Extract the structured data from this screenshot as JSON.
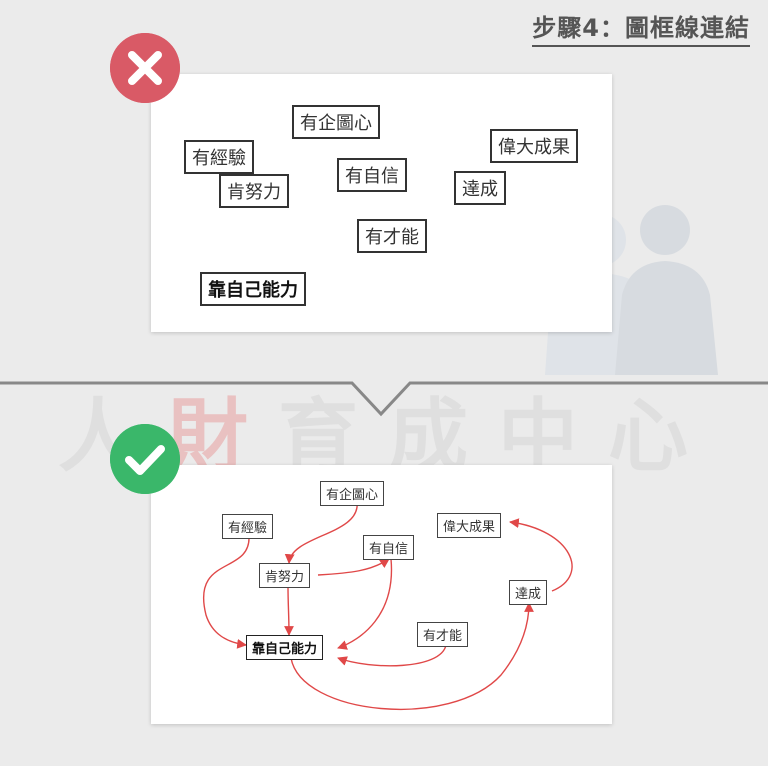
{
  "title": "步驟4：圖框線連結",
  "watermark": [
    "人",
    "財",
    "育",
    "成",
    "中",
    "心"
  ],
  "wrong_panel": {
    "nodes": [
      "有企圖心",
      "有經驗",
      "偉大成果",
      "有自信",
      "肯努力",
      "達成",
      "有才能",
      "靠自己能力"
    ]
  },
  "right_panel": {
    "nodes": [
      "有企圖心",
      "有經驗",
      "偉大成果",
      "有自信",
      "肯努力",
      "達成",
      "有才能",
      "靠自己能力"
    ]
  },
  "colors": {
    "wrong": "#d95a66",
    "right": "#3ab76a",
    "arrow": "#e04848"
  },
  "icons": {
    "wrong": "x-icon",
    "right": "check-icon"
  }
}
